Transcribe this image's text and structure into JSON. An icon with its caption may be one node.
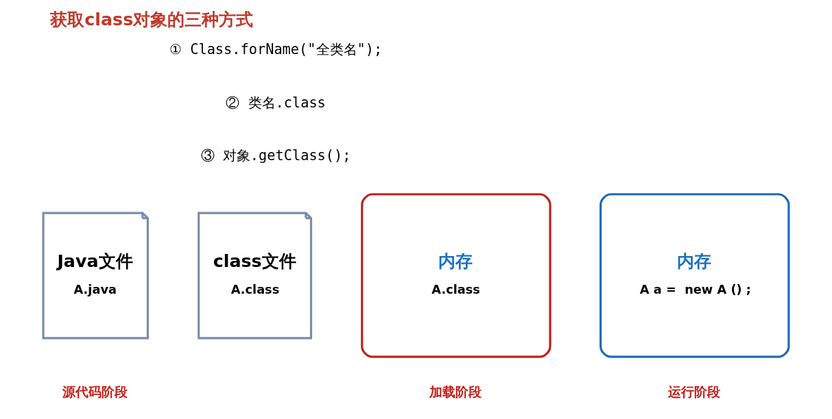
{
  "diagram": {
    "title": "获取class对象的三种方式",
    "nodes": [
      {
        "text": [
          "Java文件",
          "A.java"
        ]
      },
      {
        "text": [
          "class文件",
          "A.class"
        ]
      },
      {
        "text": [
          "内存",
          "A.class"
        ]
      },
      {
        "text": [
          "内存",
          "A a =  new A () ;"
        ]
      }
    ],
    "edges": [],
    "labels": [
      "① Class.forName(\"全类名\");",
      "② 类名.class",
      "③ 对象.getClass();",
      "源代码阶段",
      "加载阶段",
      "运行阶段"
    ]
  }
}
